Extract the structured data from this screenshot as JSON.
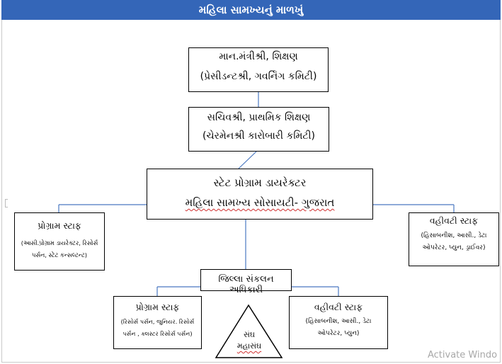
{
  "header": {
    "title": "મહિલા સામખ્યનું માળખું"
  },
  "boxes": {
    "minister": {
      "line1": "માન.મંત્રીશ્રી, શિક્ષણ",
      "line2": "(પ્રેસીડન્ટશ્રી, ગવર્નિંગ કમિટી)"
    },
    "secretary": {
      "line1": "સચિવશ્રી, પ્રાથમિક શિક્ષણ",
      "line2": "(ચેરમેનશ્રી કારોબારી કમિટી)"
    },
    "director": {
      "line1": "સ્ટેટ પ્રોગ્રામ ડાયરેક્ટર",
      "line2": "મહિલા સામખ્ય સોસાયટી- ગુજરાત"
    },
    "program_staff_state": {
      "title": "પ્રોગ્રામ સ્ટાફ",
      "detail1": "(આસી.પ્રોગ્રામ ડાયરેક્ટર, રિસોર્સ",
      "detail2": "પર્સન, સ્ટેટ કન્સલ્ટન્ટ)"
    },
    "admin_staff_state": {
      "title": "વહીવટી સ્ટાફ",
      "detail1": "(હિસાબનીશ, આસી., ડેટા",
      "detail2": "ઓપરેટર, પ્યુન, ડ્રાઈવર)"
    },
    "district_officer": {
      "title": "જિલ્લા સંકલન અધિકારી"
    },
    "program_staff_district": {
      "title": "પ્રોગ્રામ સ્ટાફ",
      "detail1": "(રિસોર્સ પર્સન, જુનિયર. રિસોર્સ",
      "detail2": "પર્સન , ક્લસ્ટર રિસોર્સ પર્સન)"
    },
    "admin_staff_district": {
      "title": "વહીવટી સ્ટાફ",
      "detail1": "(હિસાબનીશ, આસી., ડેટા",
      "detail2": "ઓપરેટર, પ્યુન)"
    },
    "sangh": {
      "line1": "સંઘ",
      "line2": "મહાસંઘ"
    }
  },
  "colors": {
    "header_bg": "#3466b8",
    "connector": "#4a78c0",
    "box_border": "#000000"
  },
  "watermark": "Activate Windo"
}
